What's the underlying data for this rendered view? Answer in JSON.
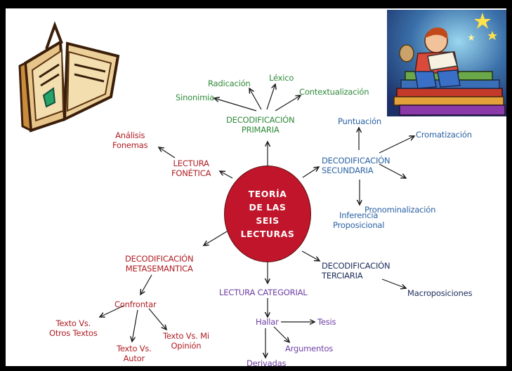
{
  "center": {
    "title": "TEORÍA\nDE LAS\nSEIS\nLECTURAS"
  },
  "primaria": {
    "title": "DECODIFICACIÓN\nPRIMARIA",
    "items": [
      "Radicación",
      "Léxico",
      "Sinonimia",
      "Contextualización"
    ]
  },
  "secundaria": {
    "title": "DECODIFICACIÓN\nSECUNDARIA",
    "items": [
      "Puntuación",
      "Cromatización",
      "Inferencia\nProposicional",
      "Pronominalización"
    ]
  },
  "fonetica": {
    "title": "LECTURA\nFONÉTICA",
    "items": [
      "Análisis\nFonemas"
    ]
  },
  "metasemantica": {
    "title": "DECODIFICACIÓN\nMETASEMANTICA",
    "confrontar": "Confrontar",
    "items": [
      "Texto Vs.\nOtros Textos",
      "Texto Vs.\nAutor",
      "Texto Vs. Mi\nOpinión"
    ]
  },
  "terciaria": {
    "title": "DECODIFICACIÓN\nTERCIARIA",
    "items": [
      "Macroposiciones"
    ]
  },
  "categorial": {
    "title": "LECTURA CATEGORIAL",
    "hallar": "Hallar",
    "items": [
      "Tesis",
      "Argumentos",
      "Derivadas"
    ]
  },
  "colors": {
    "center": "#c0152a",
    "fonetica": "#b01d23",
    "primaria": "#2f8a3a",
    "secundaria": "#2b62a3",
    "terciaria": "#1c2c5a",
    "categorial": "#6e3fa3"
  }
}
